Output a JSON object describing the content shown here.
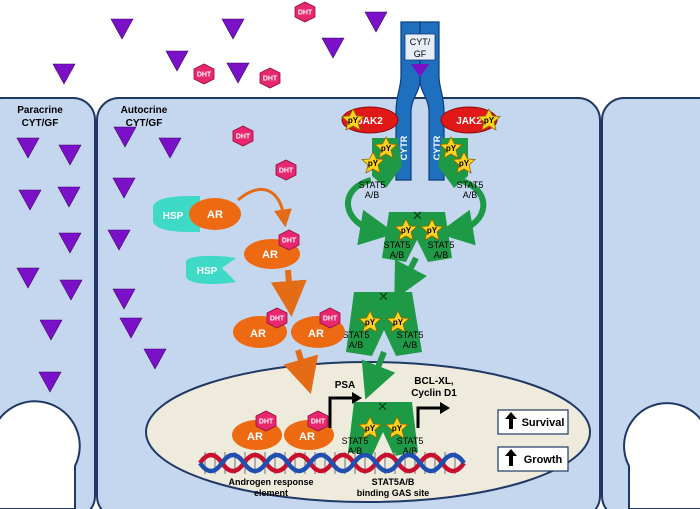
{
  "labels": {
    "paracrine_line1": "Paracrine",
    "paracrine_line2": "CYT/GF",
    "autocrine_line1": "Autocrine",
    "autocrine_line2": "CYT/GF",
    "cyt_gf_line1": "CYT/",
    "cyt_gf_line2": "GF",
    "cytr": "CYTR",
    "jak2": "JAK2",
    "py": "pY",
    "stat5_line1": "STAT5",
    "stat5_line2": "A/B",
    "hsp": "HSP",
    "ar": "AR",
    "dht": "DHT",
    "psa": "PSA",
    "bcl_line1": "BCL-XL,",
    "bcl_line2": "Cyclin D1",
    "survival": "Survival",
    "growth": "Growth",
    "are_line1": "Androgen response",
    "are_line2": "element",
    "gas_line1": "STAT5A/B",
    "gas_line2": "binding GAS site"
  },
  "colors": {
    "background": "#ffffff",
    "cell": "#c5d7ee",
    "cell_border": "#1f3864",
    "nucleus": "#eeebdd",
    "ligand": "#7a10c8",
    "dht": "#e8276e",
    "receptor": "#1f6fbf",
    "jak2": "#e01818",
    "phospho": "#ffd21f",
    "stat5": "#1e9a47",
    "ar": "#ee6a12",
    "hsp": "#3fd9c8",
    "arrow_orange": "#e56c16",
    "arrow_green": "#1e9a47",
    "dna_red": "#c8102e",
    "dna_blue": "#1f4fb0"
  },
  "icons": [
    "ligand-triangle-icon",
    "dht-hexagon-icon",
    "phospho-star-icon",
    "up-arrow-icon",
    "dna-helix-icon"
  ]
}
